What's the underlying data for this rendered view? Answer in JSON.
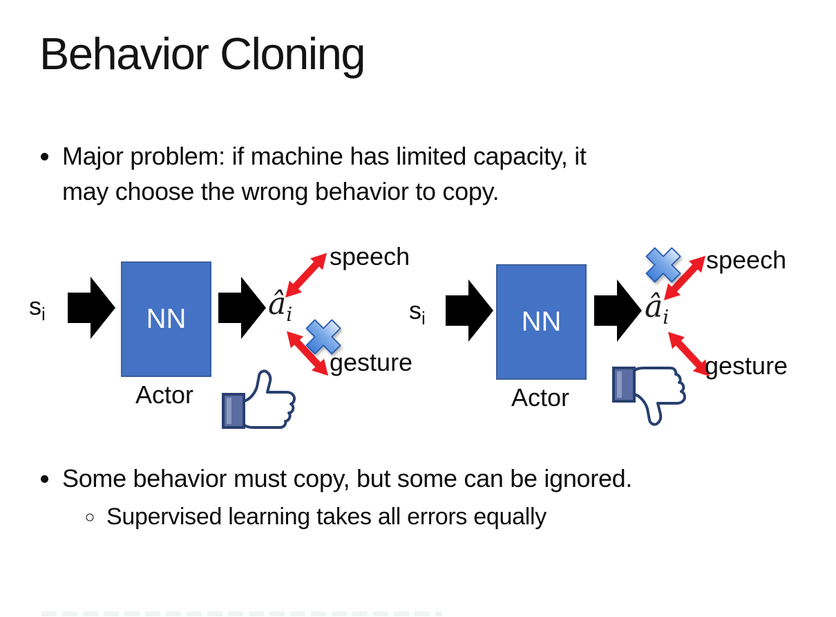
{
  "title": "Behavior Cloning",
  "bullets": {
    "problem_line1": "Major problem: if machine has limited capacity, it",
    "problem_line2": "may choose the wrong behavior to copy.",
    "conclusion": "Some behavior must copy, but some can be ignored.",
    "conclusion_sub": "Supervised learning takes all errors equally"
  },
  "diagrams": {
    "left": {
      "input_base": "s",
      "input_sub": "i",
      "nn_label": "NN",
      "output_base": "â",
      "output_sub": "i",
      "speech_label": "speech",
      "gesture_label": "gesture",
      "actor_label": "Actor",
      "crossed_out_action": "gesture",
      "feedback_icon": "thumbs-up-icon"
    },
    "right": {
      "input_base": "s",
      "input_sub": "i",
      "nn_label": "NN",
      "output_base": "â",
      "output_sub": "i",
      "speech_label": "speech",
      "gesture_label": "gesture",
      "actor_label": "Actor",
      "crossed_out_action": "speech",
      "feedback_icon": "thumbs-down-icon"
    }
  },
  "colors": {
    "text": "#111111",
    "nn_box_fill": "#4472c4",
    "nn_box_border": "#3a5f9d",
    "arrow_black": "#000000",
    "arrow_red": "#ec1c24",
    "cross_blue": "#4a86d8",
    "thumb_outline": "#28406e",
    "thumb_cuff": "#5b6ca3"
  }
}
